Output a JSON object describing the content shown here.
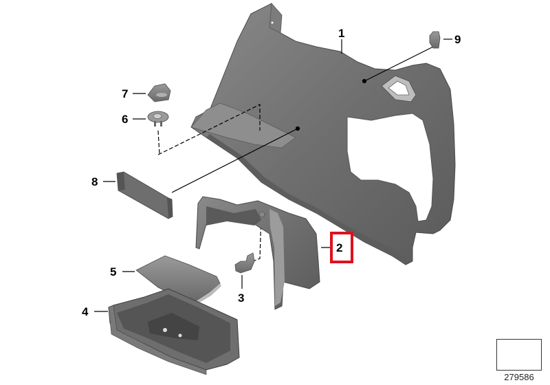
{
  "diagram": {
    "type": "exploded-parts-diagram",
    "background": "#ffffff",
    "part_color": "#6e6e6e",
    "highlight_color": "#e0101e",
    "callouts": [
      {
        "id": "1",
        "label": "1",
        "part": "trunk side trim panel"
      },
      {
        "id": "2",
        "label": "2",
        "part": "wheel arch cover",
        "highlighted": true
      },
      {
        "id": "3",
        "label": "3",
        "part": "clip"
      },
      {
        "id": "4",
        "label": "4",
        "part": "storage tray"
      },
      {
        "id": "5",
        "label": "5",
        "part": "tray lid"
      },
      {
        "id": "6",
        "label": "6",
        "part": "mounting nut"
      },
      {
        "id": "7",
        "label": "7",
        "part": "cover cap"
      },
      {
        "id": "8",
        "label": "8",
        "part": "cover strip"
      },
      {
        "id": "9",
        "label": "9",
        "part": "clip"
      }
    ],
    "reference_number": "279586",
    "reference_icon": "arrow-direction-icon"
  }
}
